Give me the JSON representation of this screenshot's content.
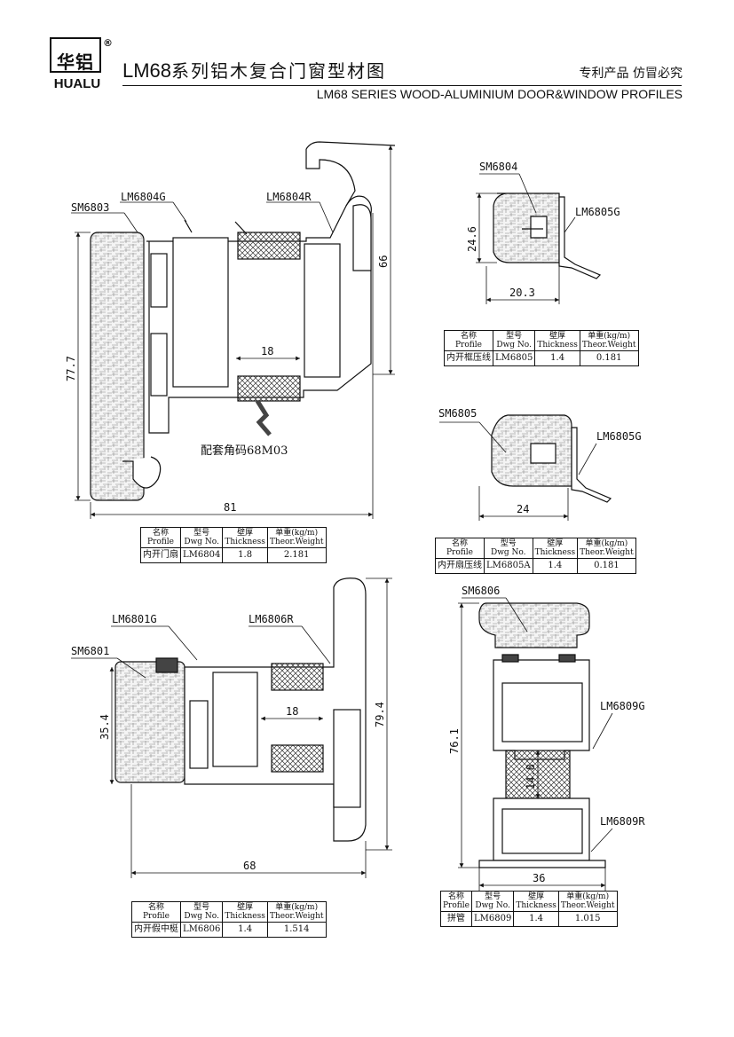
{
  "brand": {
    "logo_cn": "华铝",
    "logo_en": "HUALU",
    "registered": "®"
  },
  "header": {
    "title_prefix": "LM68",
    "title_cn": "系列铝木复合门窗型材图",
    "patent_text": "专利产品  仿冒必究",
    "subtitle": "LM68 SERIES WOOD-ALUMINIUM DOOR&WINDOW PROFILES"
  },
  "table_headers": {
    "name_cn": "名称",
    "name_en": "Profile",
    "dwg_cn": "型号",
    "dwg_en": "Dwg No.",
    "thick_cn": "壁厚",
    "thick_en": "Thickness",
    "weight_cn": "单重(kg/m)",
    "weight_en": "Theor.Weight"
  },
  "drawings": {
    "sash": {
      "labels": {
        "wood": "SM6803",
        "gasket": "LM6804G",
        "profile_r": "LM6804R",
        "corner_note": "配套角码68M03"
      },
      "dims": {
        "height": "77.7",
        "width": "81",
        "right_height": "66",
        "insulation": "18"
      },
      "spec": {
        "name": "内开门扇",
        "dwg": "LM6804",
        "thickness": "1.8",
        "weight": "2.181"
      }
    },
    "bead_a": {
      "labels": {
        "wood": "SM6804",
        "gasket": "LM6805G"
      },
      "dims": {
        "height": "24.6",
        "width": "20.3"
      },
      "spec": {
        "name": "内开框压线",
        "dwg": "LM6805",
        "thickness": "1.4",
        "weight": "0.181"
      }
    },
    "bead_b": {
      "labels": {
        "wood": "SM6805",
        "gasket": "LM6805G"
      },
      "dims": {
        "width": "24"
      },
      "spec": {
        "name": "内开扇压线",
        "dwg": "LM6805A",
        "thickness": "1.4",
        "weight": "0.181"
      }
    },
    "mullion": {
      "labels": {
        "wood": "SM6801",
        "gasket": "LM6801G",
        "profile_r": "LM6806R"
      },
      "dims": {
        "height": "79.4",
        "width": "68",
        "wood_height": "35.4",
        "insulation": "18"
      },
      "spec": {
        "name": "内开假中梃",
        "dwg": "LM6806",
        "thickness": "1.4",
        "weight": "1.514"
      }
    },
    "coupler": {
      "labels": {
        "wood": "SM6806",
        "gasket": "LM6809G",
        "profile_r": "LM6809R"
      },
      "dims": {
        "height": "76.1",
        "width": "36",
        "insulation": "14.8"
      },
      "spec": {
        "name": "拼管",
        "dwg": "LM6809",
        "thickness": "1.4",
        "weight": "1.015"
      }
    }
  }
}
